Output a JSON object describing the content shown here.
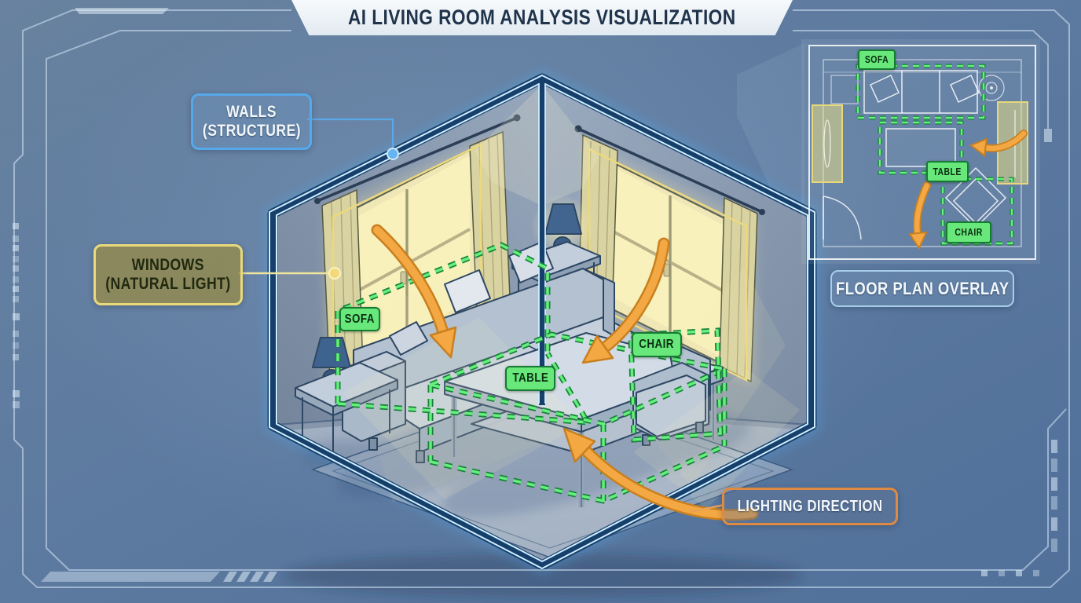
{
  "title": "AI LIVING ROOM ANALYSIS VISUALIZATION",
  "annotations": {
    "walls": {
      "line1": "WALLS",
      "line2": "(STRUCTURE)"
    },
    "windows": {
      "line1": "WINDOWS",
      "line2": "(NATURAL LIGHT)"
    },
    "lighting_direction": "LIGHTING DIRECTION",
    "floor_plan_overlay": "FLOOR PLAN OVERLAY"
  },
  "room_detections": {
    "sofa": "SOFA",
    "table": "TABLE",
    "chair": "CHAIR"
  },
  "floor_plan_detections": {
    "sofa": "SOFA",
    "table": "TABLE",
    "chair": "CHAIR"
  },
  "colors": {
    "background": "#5d7ba0",
    "structure_blue": "#55a9ea",
    "glow_cyan": "#cfeeff",
    "detection_green": "#68e87b",
    "detection_green_border": "#157a32",
    "window_yellow": "#e9d97b",
    "lighting_orange": "#f4a843",
    "title_text": "#1f334b"
  }
}
